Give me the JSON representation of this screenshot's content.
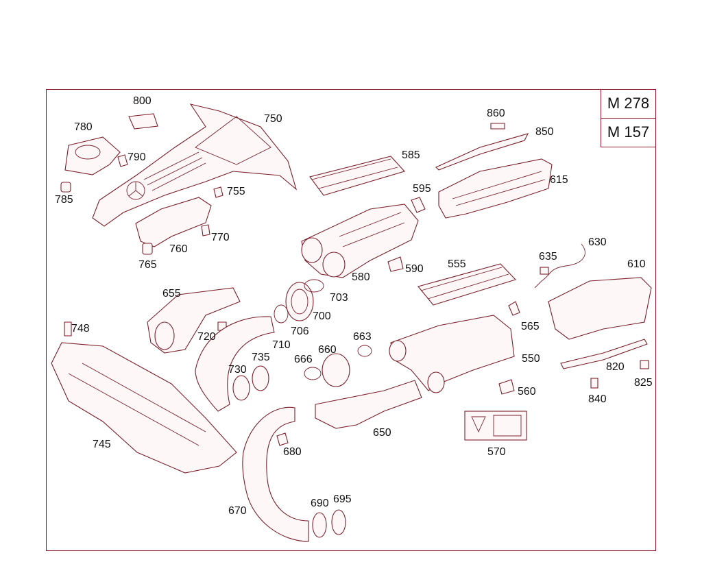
{
  "models": [
    "M 278",
    "M 157"
  ],
  "parts": {
    "p800": "800",
    "p780": "780",
    "p790": "790",
    "p785": "785",
    "p750": "750",
    "p755": "755",
    "p770": "770",
    "p760": "760",
    "p765": "765",
    "p585": "585",
    "p595": "595",
    "p580": "580",
    "p590": "590",
    "p860": "860",
    "p850": "850",
    "p615": "615",
    "p655": "655",
    "p703": "703",
    "p700": "700",
    "p706": "706",
    "p710": "710",
    "p720": "720",
    "p748": "748",
    "p730": "730",
    "p735": "735",
    "p666": "666",
    "p660": "660",
    "p663": "663",
    "p555": "555",
    "p565": "565",
    "p550": "550",
    "p560": "560",
    "p635": "635",
    "p630": "630",
    "p610": "610",
    "p820": "820",
    "p825": "825",
    "p840": "840",
    "p745": "745",
    "p650": "650",
    "p680": "680",
    "p570": "570",
    "p670": "670",
    "p690": "690",
    "p695": "695"
  },
  "colors": {
    "line": "#7a1f2b",
    "frame": "#8b1a2b",
    "background": "#ffffff"
  }
}
